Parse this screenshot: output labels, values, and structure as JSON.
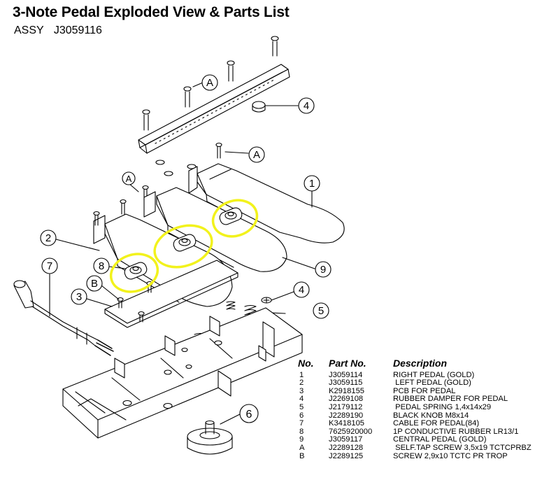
{
  "header": {
    "title": "3-Note Pedal Exploded View & Parts List",
    "subtitle": "ASSY   J3059116"
  },
  "callouts": {
    "c1": "1",
    "c2": "2",
    "c3": "3",
    "c4a": "4",
    "c4b": "4",
    "c5": "5",
    "c6": "6",
    "c7": "7",
    "c8": "8",
    "c9": "9",
    "cA1": "A",
    "cA2": "A",
    "cA3": "A",
    "cB": "B"
  },
  "parts_list": {
    "headers": {
      "no": "No.",
      "part_no": "Part No.",
      "description": "Description"
    },
    "rows": [
      {
        "no": "1",
        "part_no": "J3059114",
        "description": "RIGHT PEDAL (GOLD)"
      },
      {
        "no": "2",
        "part_no": "J3059115",
        "description": " LEFT PEDAL (GOLD)"
      },
      {
        "no": "3",
        "part_no": "K2918155",
        "description": "PCB FOR PEDAL"
      },
      {
        "no": "4",
        "part_no": "J2269108",
        "description": "RUBBER DAMPER FOR PEDAL"
      },
      {
        "no": "5",
        "part_no": "J2179112",
        "description": " PEDAL SPRING 1,4x14x29"
      },
      {
        "no": "6",
        "part_no": "J2289190",
        "description": "BLACK KNOB M8x14"
      },
      {
        "no": "7",
        "part_no": "K3418105",
        "description": "CABLE FOR PEDAL(84)"
      },
      {
        "no": "8",
        "part_no": "7625920000",
        "description": "1P CONDUCTIVE RUBBER LR13/1"
      },
      {
        "no": "9",
        "part_no": "J3059117",
        "description": "CENTRAL PEDAL (GOLD)"
      },
      {
        "no": "A",
        "part_no": "J2289128",
        "description": " SELF.TAP SCREW 3,5x19 TCTCPRBZ"
      },
      {
        "no": "B",
        "part_no": "J2289125",
        "description": "SCREW 2,9x10 TCTC PR TROP"
      }
    ]
  },
  "colors": {
    "highlight": "#f2f21c",
    "line": "#000000",
    "background": "#ffffff"
  }
}
